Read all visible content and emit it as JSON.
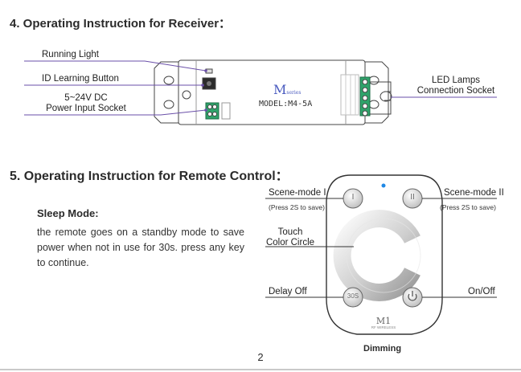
{
  "receiver": {
    "heading": "4. Operating Instruction for Receiver：",
    "running_light": "Running Light",
    "id_learning": "ID Learning Button",
    "power_line1": "5~24V DC",
    "power_line2": "Power Input Socket",
    "led_line1": "LED Lamps",
    "led_line2": "Connection Socket",
    "brand_letter": "M",
    "brand_series": "series",
    "model": "MODEL:M4-5A"
  },
  "remote": {
    "heading": "5. Operating Instruction for Remote Control：",
    "sleep_title": "Sleep Mode:",
    "sleep_text": "the remote goes on a standby mode to save power when not in use for 30s. press any key to continue.",
    "scene1": "Scene-mode I",
    "scene1_note": "(Press 2S to save)",
    "scene2": "Scene-mode II",
    "scene2_note": "(Press 2S to save)",
    "touch_line1": "Touch",
    "touch_line2": "Color Circle",
    "delay": "Delay Off",
    "onoff": "On/Off",
    "btn_i": "I",
    "btn_ii": "II",
    "btn_30s": "30S",
    "model": "M1",
    "sub": "RF WIRELESS",
    "caption": "Dimming"
  },
  "page_number": "2",
  "colors": {
    "accent_line": "#6a4fa8",
    "indicator": "#1e88e5",
    "outline": "#444444"
  }
}
